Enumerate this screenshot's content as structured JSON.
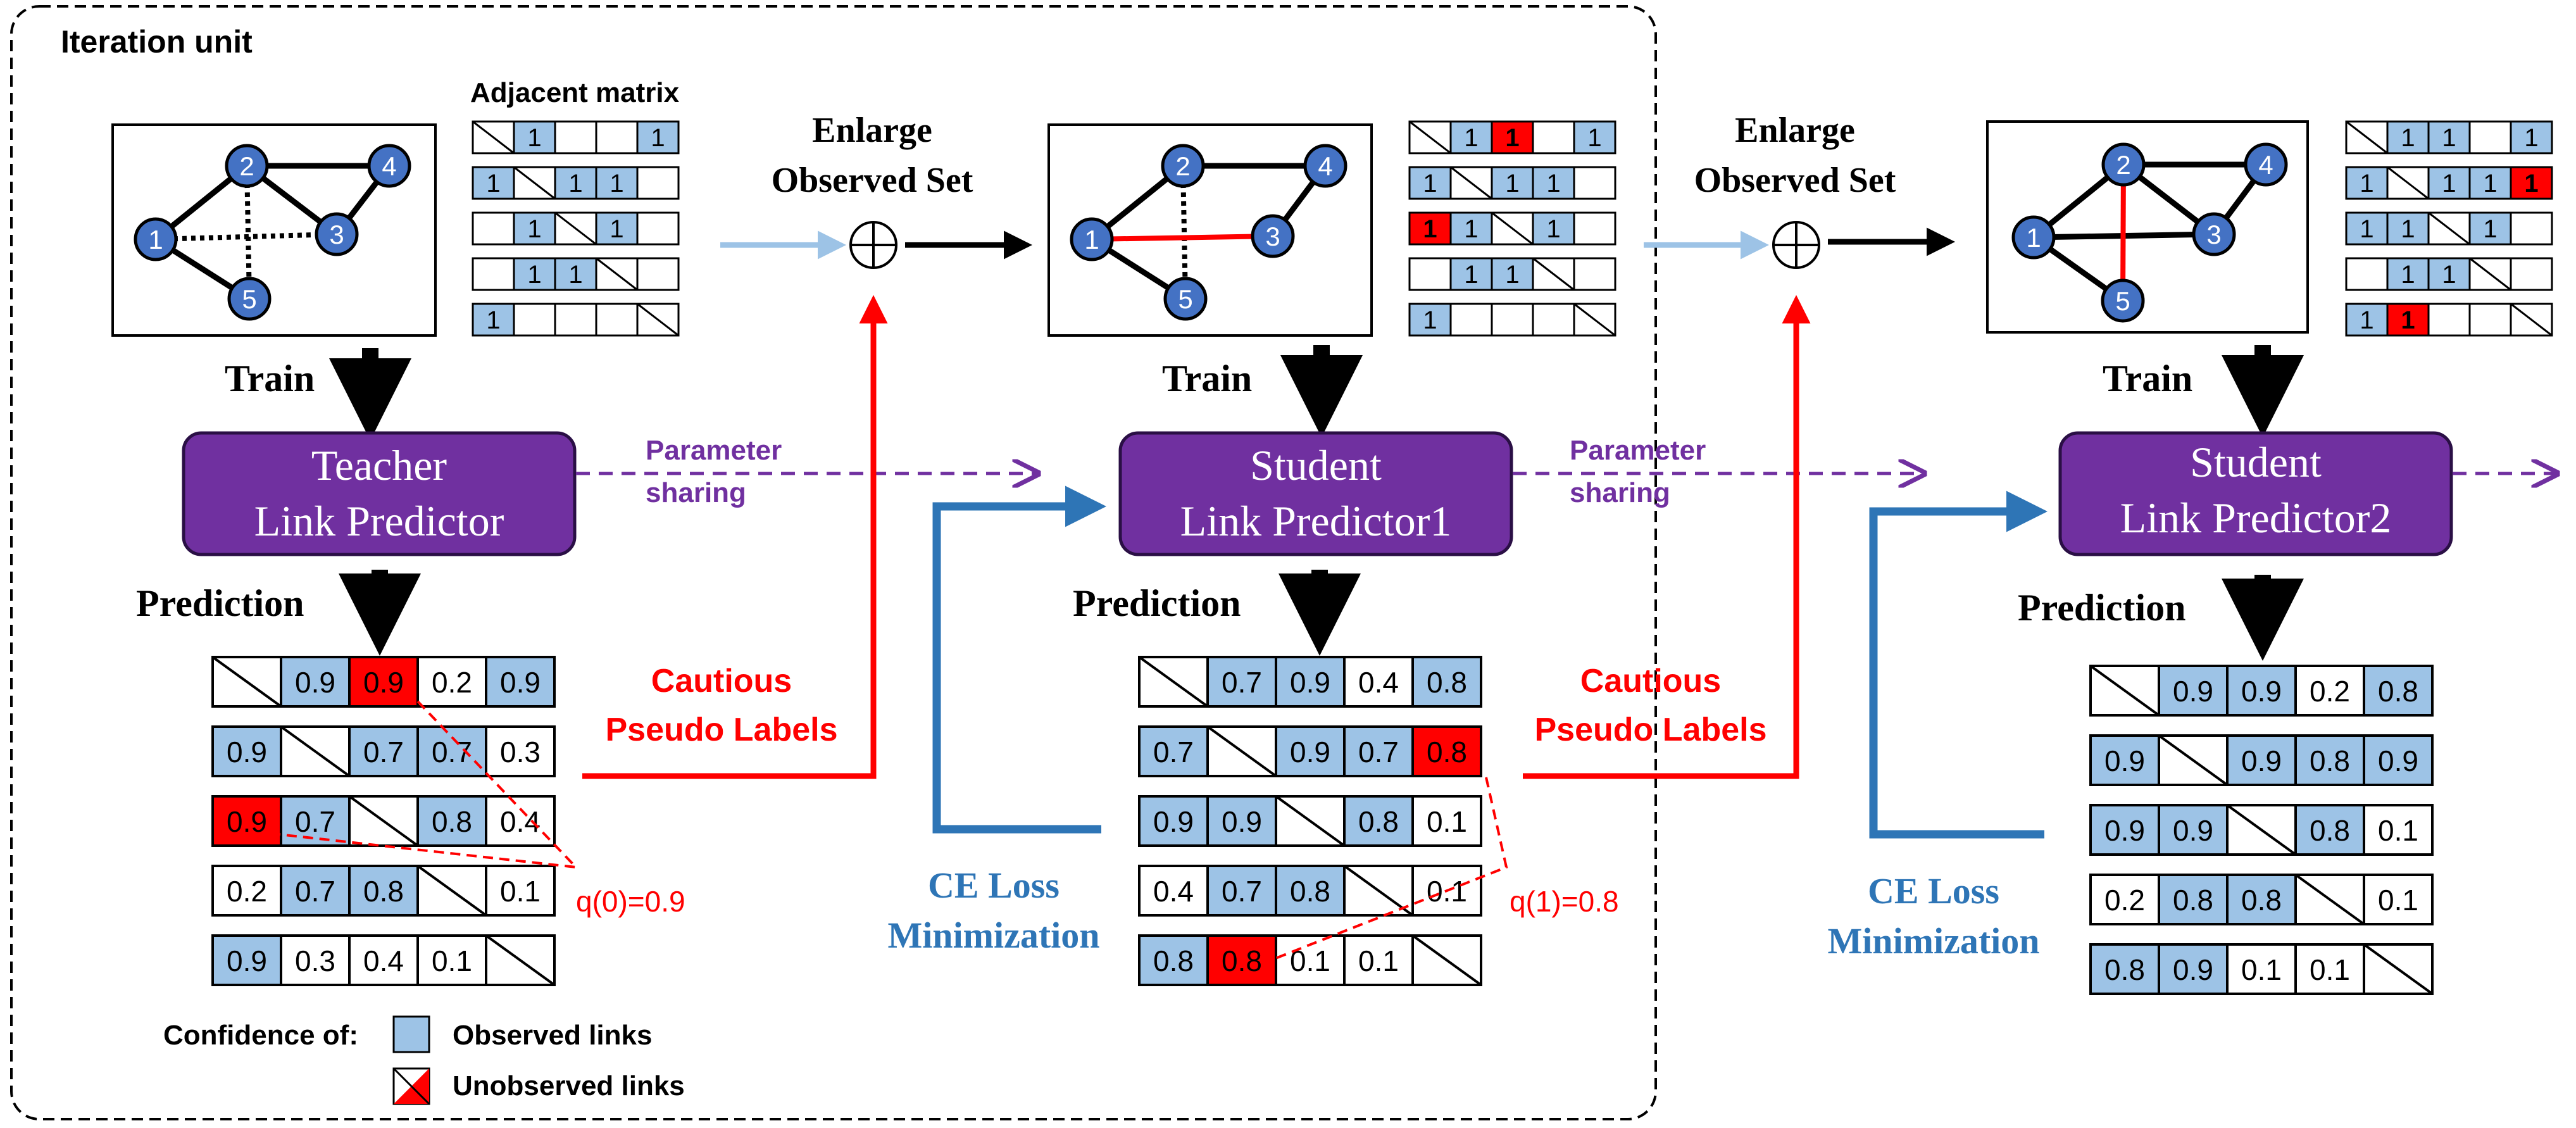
{
  "iteration_unit_label": "Iteration unit",
  "adjacent_matrix_label": "Adjacent matrix",
  "enlarge_line1": "Enlarge",
  "enlarge_line2": "Observed Set",
  "train_label": "Train",
  "prediction_label": "Prediction",
  "parameter_line1": "Parameter",
  "parameter_line2": "sharing",
  "cautious_line1": "Cautious",
  "cautious_line2": "Pseudo Labels",
  "ce_line1": "CE Loss",
  "ce_line2": "Minimization",
  "predictors": [
    {
      "line1": "Teacher",
      "line2": "Link Predictor"
    },
    {
      "line1": "Student",
      "line2": "Link Predictor1"
    },
    {
      "line1": "Student",
      "line2": "Link Predictor2"
    }
  ],
  "q_labels": [
    "q(0)=0.9",
    "q(1)=0.8"
  ],
  "legend": {
    "title": "Confidence of:",
    "observed": "Observed links",
    "unobserved": "Unobserved links"
  },
  "node_labels": [
    "1",
    "2",
    "3",
    "4",
    "5"
  ],
  "graphs": [
    {
      "solid": [
        [
          1,
          2
        ],
        [
          2,
          4
        ],
        [
          2,
          3
        ],
        [
          3,
          4
        ],
        [
          1,
          5
        ]
      ],
      "dotted": [
        [
          1,
          3
        ],
        [
          2,
          5
        ]
      ],
      "red": []
    },
    {
      "solid": [
        [
          1,
          2
        ],
        [
          2,
          4
        ],
        [
          3,
          4
        ],
        [
          1,
          5
        ]
      ],
      "dotted": [
        [
          2,
          5
        ]
      ],
      "red": [
        [
          1,
          3
        ]
      ]
    },
    {
      "solid": [
        [
          1,
          2
        ],
        [
          2,
          4
        ],
        [
          2,
          3
        ],
        [
          3,
          4
        ],
        [
          1,
          5
        ],
        [
          1,
          3
        ]
      ],
      "dotted": [],
      "red": [
        [
          2,
          5
        ]
      ]
    }
  ],
  "matrices": [
    [
      [
        "D",
        "b1",
        "e",
        "e",
        "b1"
      ],
      [
        "b1",
        "D",
        "b1",
        "b1",
        "e"
      ],
      [
        "e",
        "b1",
        "D",
        "b1",
        "e"
      ],
      [
        "e",
        "b1",
        "b1",
        "D",
        "e"
      ],
      [
        "b1",
        "e",
        "e",
        "e",
        "D"
      ]
    ],
    [
      [
        "D",
        "b1",
        "r1",
        "e",
        "b1"
      ],
      [
        "b1",
        "D",
        "b1",
        "b1",
        "e"
      ],
      [
        "r1",
        "b1",
        "D",
        "b1",
        "e"
      ],
      [
        "e",
        "b1",
        "b1",
        "D",
        "e"
      ],
      [
        "b1",
        "e",
        "e",
        "e",
        "D"
      ]
    ],
    [
      [
        "D",
        "b1",
        "b1",
        "e",
        "b1"
      ],
      [
        "b1",
        "D",
        "b1",
        "b1",
        "r1"
      ],
      [
        "b1",
        "b1",
        "D",
        "b1",
        "e"
      ],
      [
        "e",
        "b1",
        "b1",
        "D",
        "e"
      ],
      [
        "b1",
        "r1",
        "e",
        "e",
        "D"
      ]
    ]
  ],
  "predictions": [
    [
      [
        "D",
        "b0.9",
        "r0.9",
        "w0.2",
        "b0.9"
      ],
      [
        "b0.9",
        "D",
        "b0.7",
        "b0.7",
        "w0.3"
      ],
      [
        "r0.9",
        "b0.7",
        "D",
        "b0.8",
        "w0.4"
      ],
      [
        "w0.2",
        "b0.7",
        "b0.8",
        "D",
        "w0.1"
      ],
      [
        "b0.9",
        "w0.3",
        "w0.4",
        "w0.1",
        "D"
      ]
    ],
    [
      [
        "D",
        "b0.7",
        "b0.9",
        "w0.4",
        "b0.8"
      ],
      [
        "b0.7",
        "D",
        "b0.9",
        "b0.7",
        "r0.8"
      ],
      [
        "b0.9",
        "b0.9",
        "D",
        "b0.8",
        "w0.1"
      ],
      [
        "w0.4",
        "b0.7",
        "b0.8",
        "D",
        "w0.1"
      ],
      [
        "b0.8",
        "r0.8",
        "w0.1",
        "w0.1",
        "D"
      ]
    ],
    [
      [
        "D",
        "b0.9",
        "b0.9",
        "w0.2",
        "b0.8"
      ],
      [
        "b0.9",
        "D",
        "b0.9",
        "b0.8",
        "b0.9"
      ],
      [
        "b0.9",
        "b0.9",
        "D",
        "b0.8",
        "w0.1"
      ],
      [
        "w0.2",
        "b0.8",
        "b0.8",
        "D",
        "w0.1"
      ],
      [
        "b0.8",
        "b0.9",
        "w0.1",
        "w0.1",
        "D"
      ]
    ]
  ],
  "colors": {
    "observed": "#9dc3e6",
    "unobserved": "#ff0000",
    "node": "#4472c4",
    "predictor": "#7030a0",
    "parameter": "#7030a0",
    "pseudo": "#ff0000",
    "ce": "#2e75b6",
    "light_arrow": "#9dc3e6"
  }
}
